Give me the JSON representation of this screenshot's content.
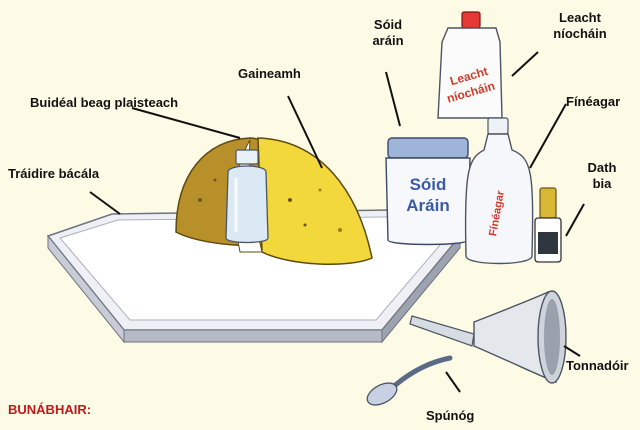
{
  "labels": {
    "gaineamh": "Gaineamh",
    "buideal": "Buidéal beag plaisteach",
    "traidire": "Tráidire bácála",
    "soid_line1": "Sóid",
    "soid_line2": "aráin",
    "leacht_line1": "Leacht",
    "leacht_line2": "níocháin",
    "fineagar": "Fínéagar",
    "dath_line1": "Dath",
    "dath_line2": "bia",
    "tonnadoir": "Tonnadóir",
    "spunog": "Spúnóg"
  },
  "product_text": {
    "soid_jar_line1": "Sóid",
    "soid_jar_line2": "Aráin",
    "leacht_bottle_line1": "Leacht",
    "leacht_bottle_line2": "níocháin",
    "fineagar_bottle": "Fínéagar"
  },
  "section": {
    "title": "BUNÁBHAIR:"
  },
  "colors": {
    "background": "#fdfbe6",
    "sand_dark": "#b8902a",
    "sand_light": "#f2d83a",
    "tray": "#e4e7ee",
    "title_red": "#c4161c",
    "jar_lid": "#9fb4d9",
    "jar_text": "#3b5ba8",
    "bottle_text": "#d23a2a"
  }
}
